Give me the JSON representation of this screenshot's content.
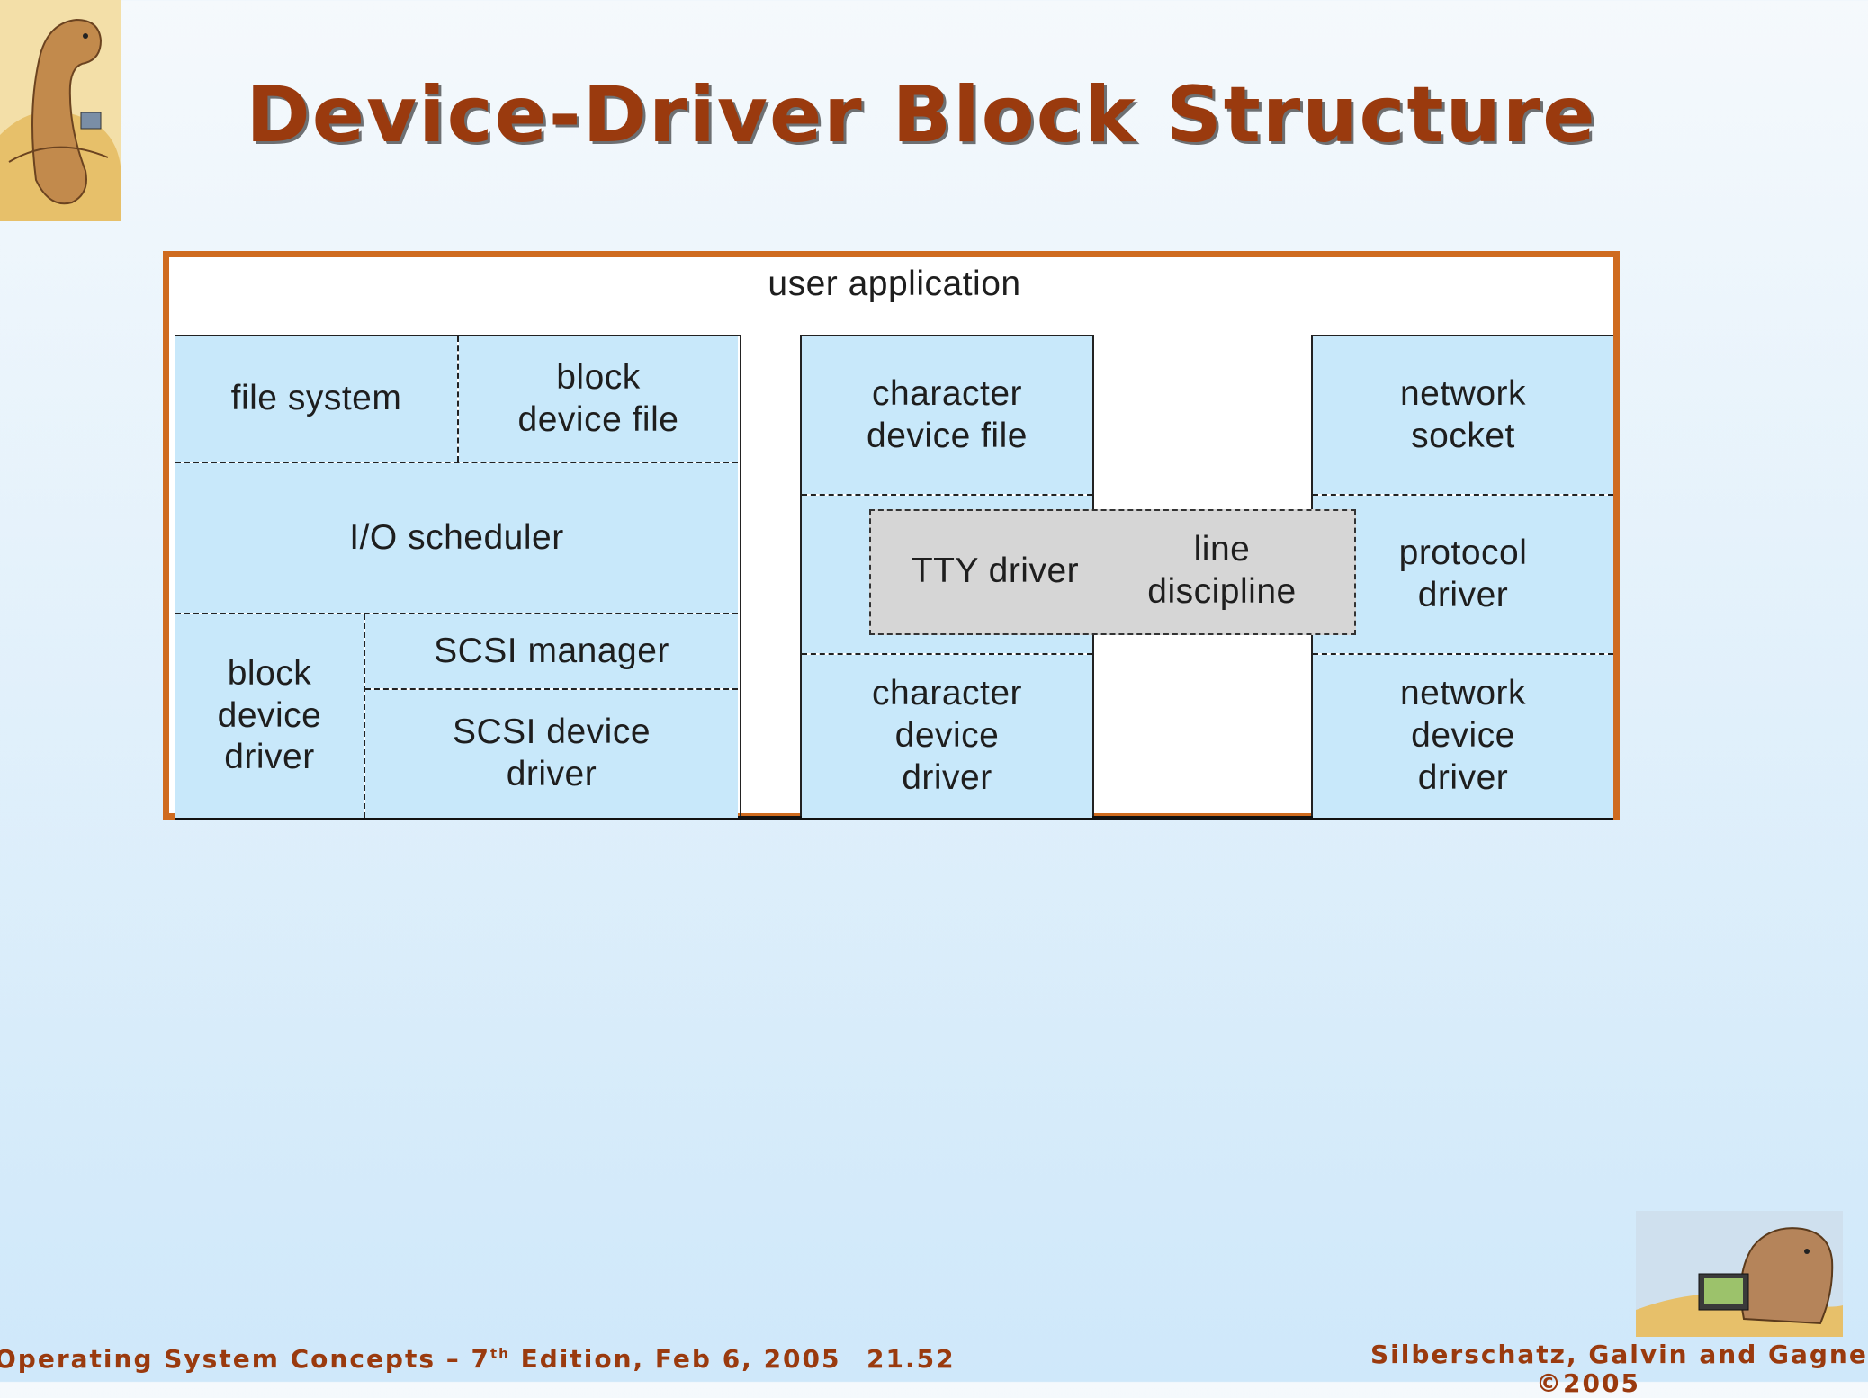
{
  "title": "Device-Driver Block Structure",
  "diagram": {
    "top_label": "user application",
    "file_system": "file system",
    "block_device_file": "block\ndevice file",
    "io_scheduler": "I/O scheduler",
    "block_device_driver": "block\ndevice\ndriver",
    "scsi_manager": "SCSI manager",
    "scsi_device_driver": "SCSI device\ndriver",
    "character_device_file": "character\ndevice file",
    "tty_driver": "TTY driver",
    "line_discipline": "line\ndiscipline",
    "character_device_driver": "character\ndevice\ndriver",
    "network_socket": "network\nsocket",
    "protocol_driver": "protocol\ndriver",
    "network_device_driver": "network\ndevice\ndriver"
  },
  "footer": {
    "left_prefix": "Operating System Concepts – 7",
    "left_sup": "th",
    "left_suffix": " Edition, Feb 6, 2005",
    "page": "21.52",
    "authors": "Silberschatz, Galvin and Gagne",
    "copyright": "©2005"
  },
  "colors": {
    "title": "#9a3a0e",
    "frame": "#cf6b1f",
    "block_fill": "#c8e8fa",
    "tty_fill": "#d6d6d6"
  }
}
